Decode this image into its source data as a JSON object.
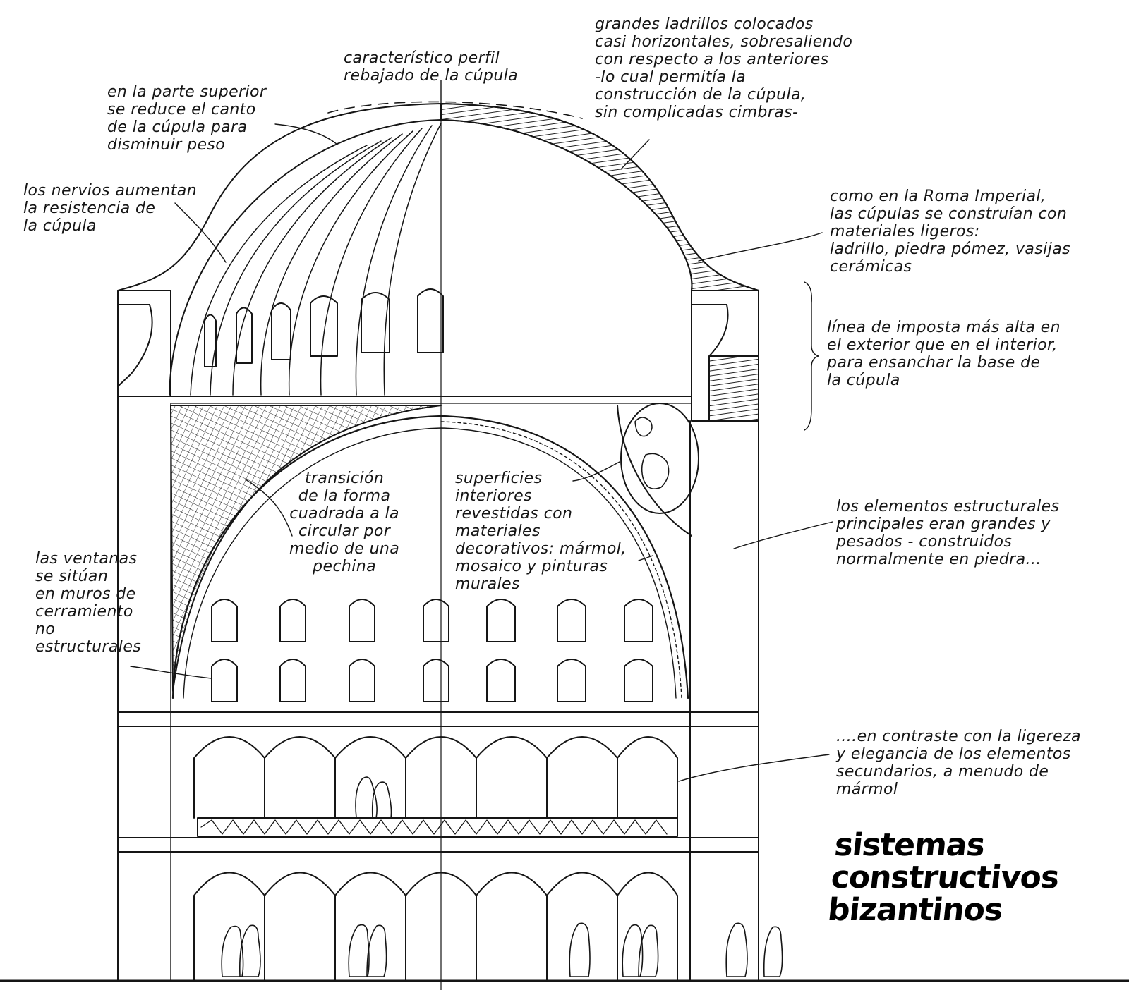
{
  "diagram": {
    "title": "sistemas\nconstructivos\nbizantinos",
    "annotations": {
      "parte_superior": "en la parte superior\nse reduce el canto\nde la cúpula para\ndisminuir peso",
      "perfil": "característico perfil\nrebajado de la cúpula",
      "ladrillos": "grandes ladrillos colocados\ncasi horizontales, sobresaliendo\ncon respecto a los anteriores\n-lo cual permitía la\nconstrucción de la cúpula,\nsin complicadas cimbras-",
      "nervios": "los nervios aumentan\nla resistencia de\nla cúpula",
      "roma_imperial": "como en la Roma Imperial,\nlas cúpulas se construían con\nmateriales ligeros:\nladrillo, piedra pómez, vasijas\ncerámicas",
      "imposta": "línea de imposta más alta en\nel exterior que en el interior,\npara ensanchar la base de\nla cúpula",
      "transicion": "transición\nde la forma\ncuadrada a la\ncircular por\nmedio de una\npechina",
      "superficies": "superficies\ninteriores\nrevestidas con\nmateriales\ndecorativos: mármol,\nmosaico y pinturas\nmurales",
      "ventanas": "las ventanas\nse sitúan\nen muros de\ncerramiento\nno\nestructurales",
      "elementos_estructurales": "los elementos estructurales\nprincipales eran grandes y\npesados - construidos\nnormalmente en piedra...",
      "contraste": "....en contraste con la ligereza\ny elegancia de los elementos\nsecundarios, a menudo de\nmármol"
    }
  },
  "colors": {
    "ink": "#151515",
    "paper": "#ffffff"
  }
}
